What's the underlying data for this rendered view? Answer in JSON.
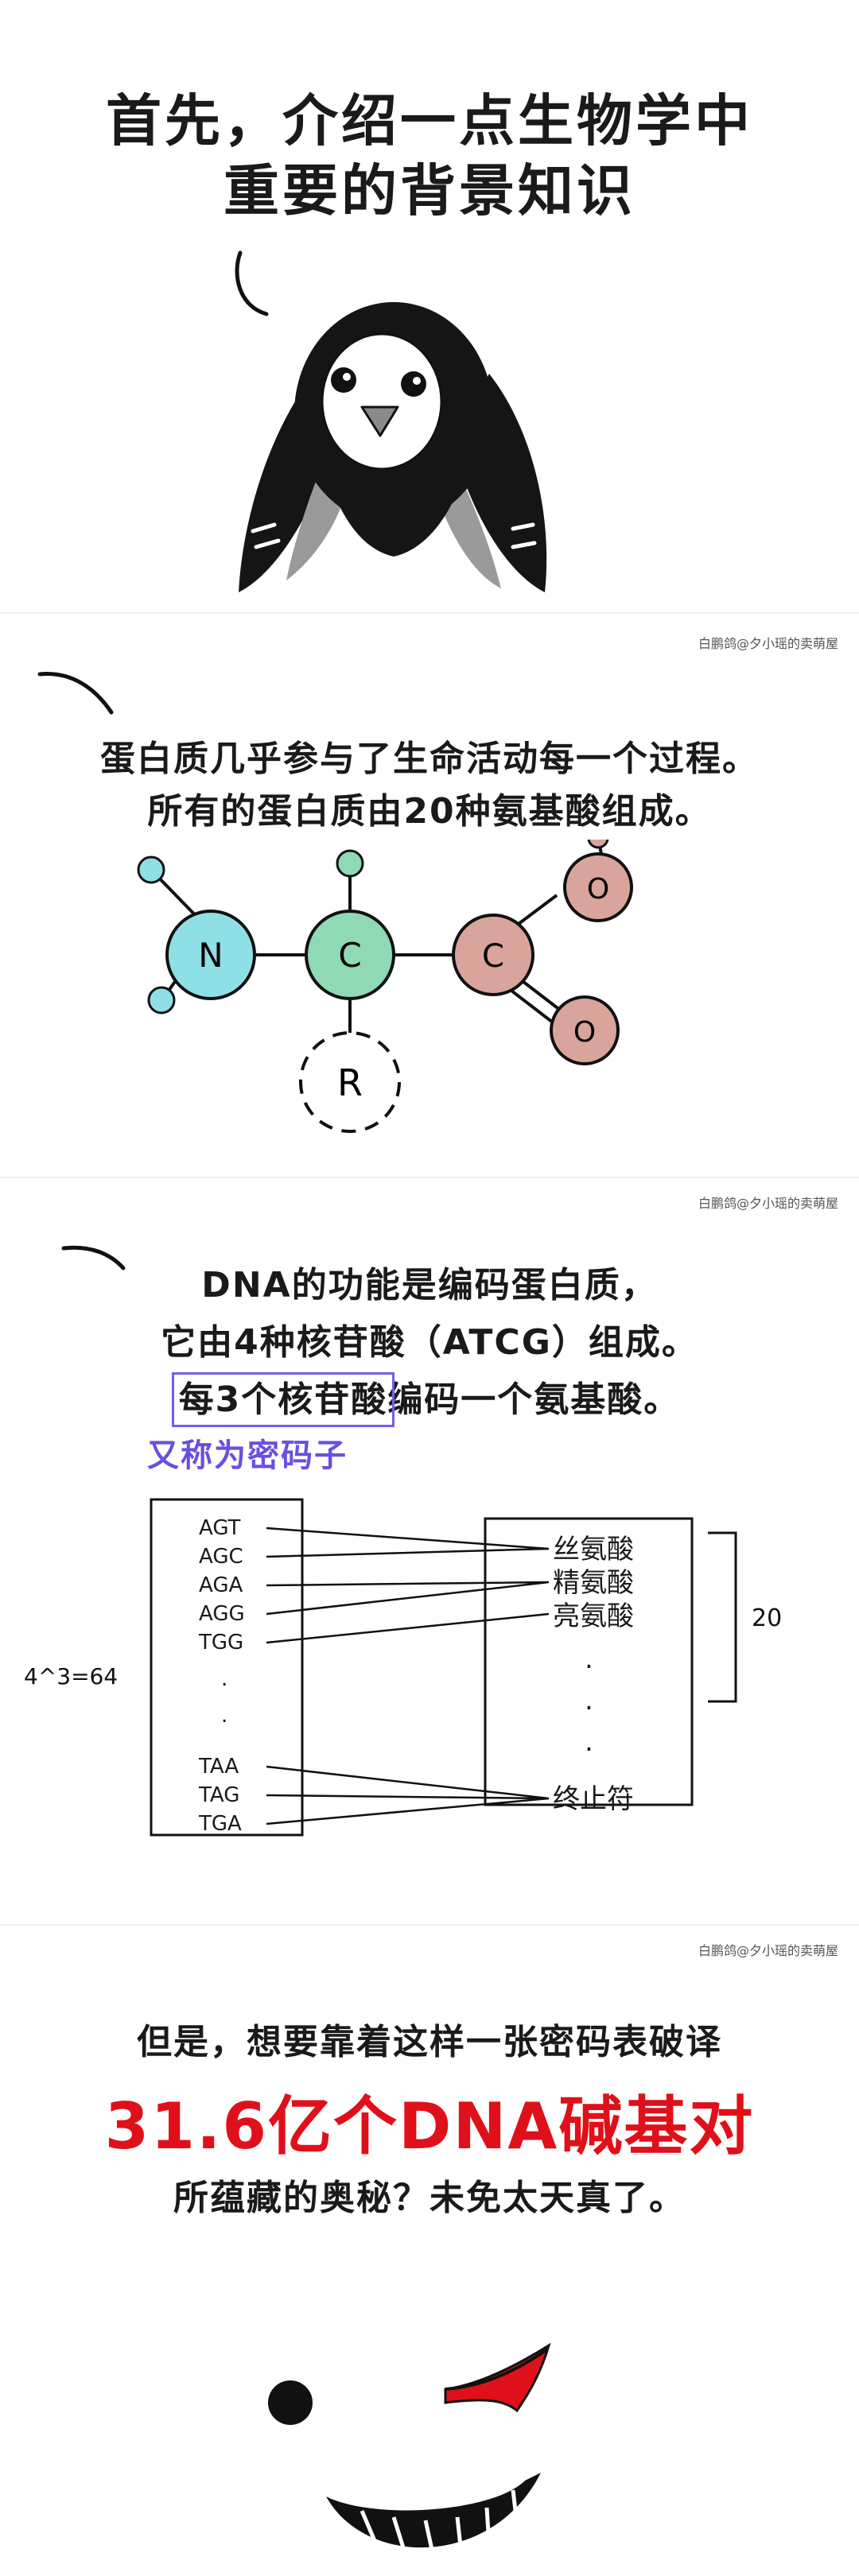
{
  "watermark": "白鹏鸽@夕小瑶的卖萌屋",
  "panel1": {
    "title_line1": "首先，介绍一点生物学中",
    "title_line2": "重要的背景知识"
  },
  "panel2": {
    "line1": "蛋白质几乎参与了生命活动每一个过程。",
    "line2": "所有的蛋白质由20种氨基酸组成。",
    "atoms": {
      "n": "N",
      "c1": "C",
      "c2": "C",
      "o1": "O",
      "o2": "O",
      "r": "R"
    }
  },
  "panel3": {
    "line1": "DNA的功能是编码蛋白质，",
    "line2": "它由4种核苷酸（ATCG）组成。",
    "line3_boxed": "每3个核苷酸",
    "line3_rest": "编码一个氨基酸。",
    "note": "又称为密码子",
    "codons": [
      "AGT",
      "AGC",
      "AGA",
      "AGG",
      "TGG",
      ".",
      ".",
      "TAA",
      "TAG",
      "TGA"
    ],
    "amino_acids": [
      "丝氨酸",
      "精氨酸",
      "亮氨酸",
      ".",
      ".",
      ".",
      "终止符"
    ],
    "count_left": "4^3=64",
    "count_right": "20",
    "colors": {
      "note": "#6a4fe0",
      "box": "#7a5ce6"
    }
  },
  "panel4": {
    "line1": "但是，想要靠着这样一张密码表破译",
    "highlight": "31.6亿个DNA碱基对",
    "line3": "所蕴藏的奥秘？未免太天真了。",
    "colors": {
      "highlight": "#e0101a"
    }
  }
}
